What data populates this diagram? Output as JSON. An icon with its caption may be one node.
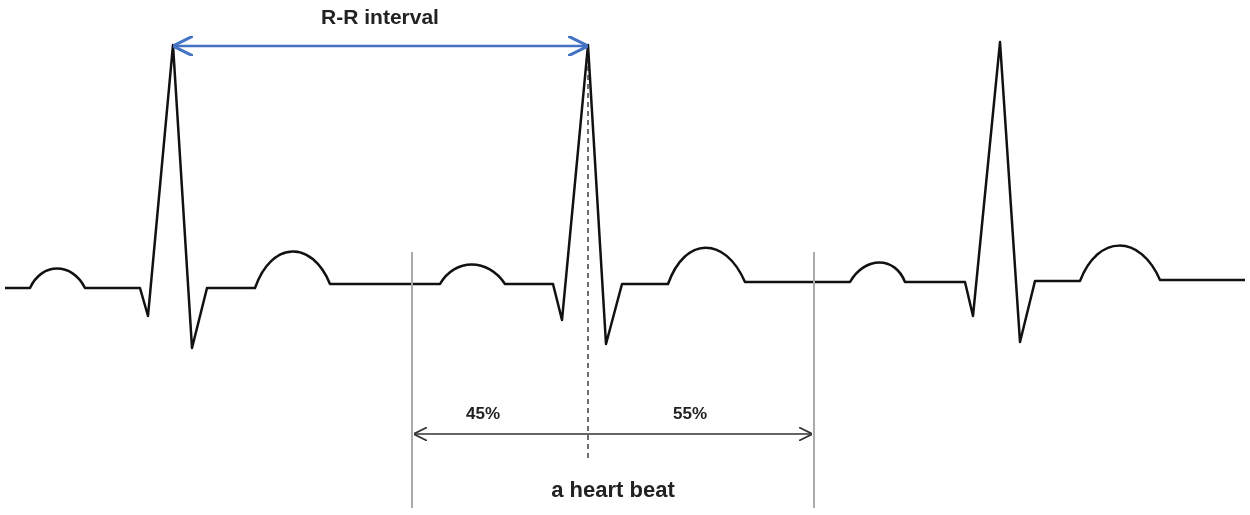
{
  "diagram": {
    "labels": [
      "R-R interval",
      "45%",
      "55%",
      "a heart beat"
    ]
  }
}
